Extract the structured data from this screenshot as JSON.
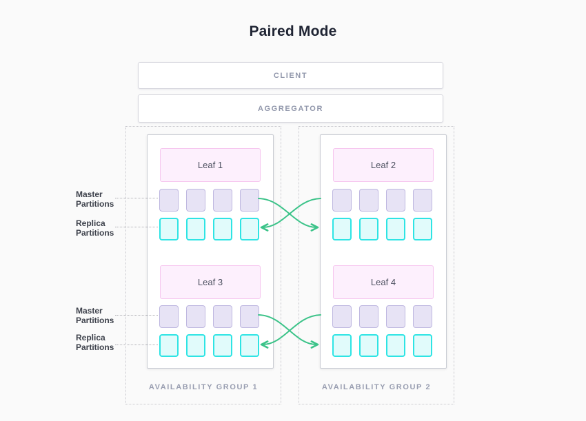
{
  "title": "Paired Mode",
  "nodes": {
    "client": "CLIENT",
    "aggregator": "AGGREGATOR"
  },
  "side_labels": {
    "master": "Master Partitions",
    "replica": "Replica Partitions"
  },
  "groups": [
    {
      "label": "AVAILABILITY GROUP 1",
      "leaves": [
        {
          "name": "Leaf 1",
          "master_partitions": 4,
          "replica_partitions": 4
        },
        {
          "name": "Leaf 3",
          "master_partitions": 4,
          "replica_partitions": 4
        }
      ]
    },
    {
      "label": "AVAILABILITY GROUP 2",
      "leaves": [
        {
          "name": "Leaf 2",
          "master_partitions": 4,
          "replica_partitions": 4
        },
        {
          "name": "Leaf 4",
          "master_partitions": 4,
          "replica_partitions": 4
        }
      ]
    }
  ],
  "replication": {
    "description": "master-to-replica cross-group arrows",
    "pairs": [
      "Leaf 1 master -> Leaf 2 replica",
      "Leaf 2 master -> Leaf 1 replica",
      "Leaf 3 master -> Leaf 4 replica",
      "Leaf 4 master -> Leaf 3 replica"
    ]
  },
  "colors": {
    "background": "#fafafa",
    "leaf_fill": "#fdf0fd",
    "leaf_border": "#f6c6ef",
    "master_fill": "#e7e3f5",
    "master_border": "#beb7e0",
    "replica_fill": "#e1fbfb",
    "replica_border": "#2ee4e4",
    "arrow": "#3cc389",
    "muted_text": "#9298ac",
    "dark_text": "#202534"
  }
}
